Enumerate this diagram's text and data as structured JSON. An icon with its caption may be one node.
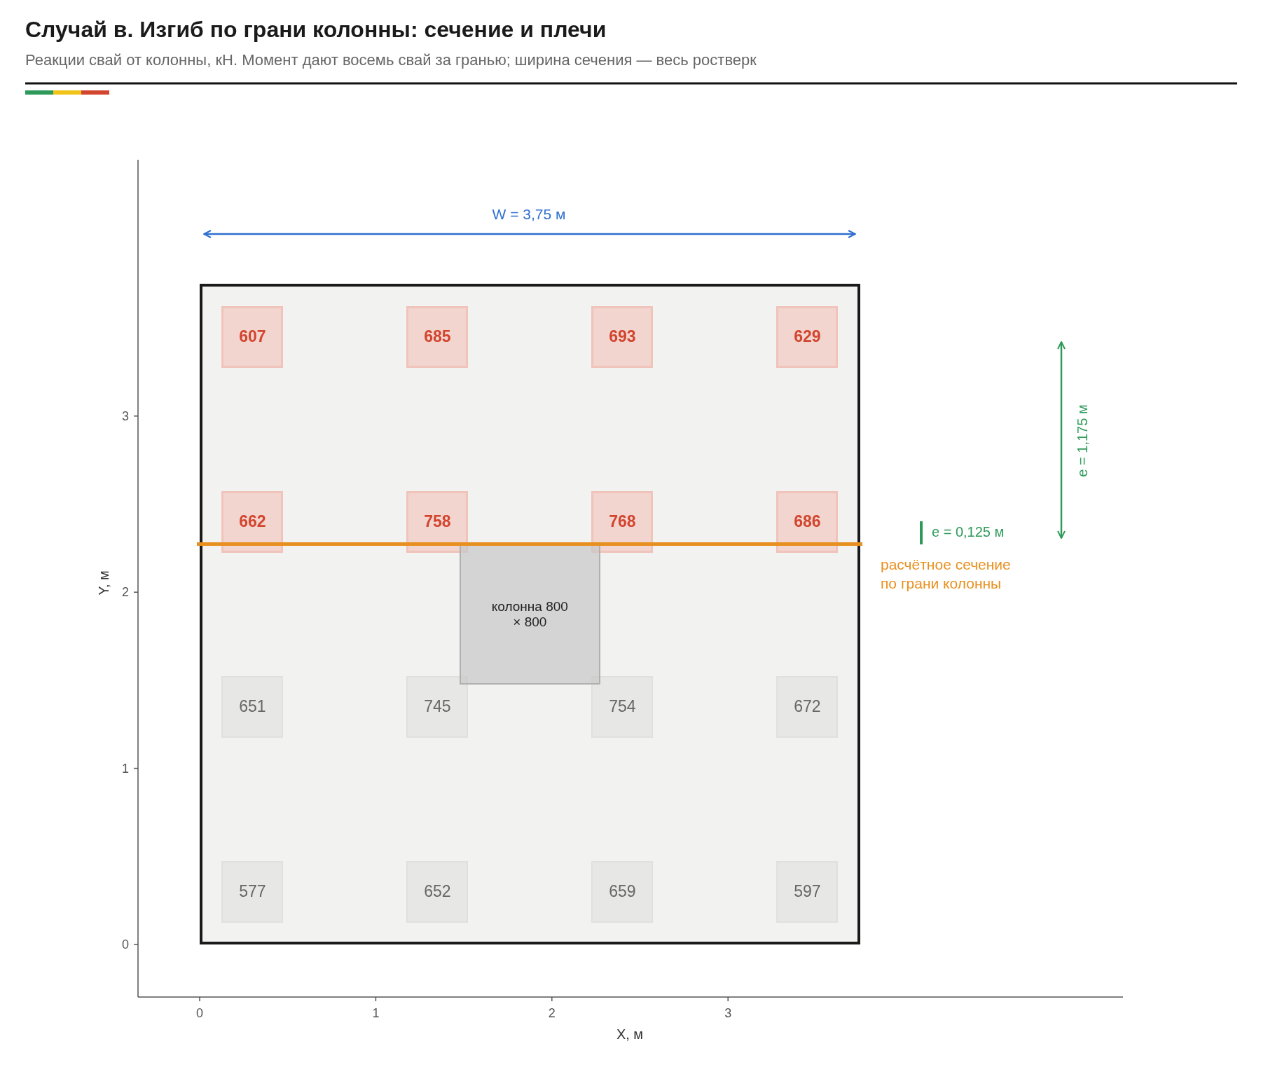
{
  "diagram": {
    "title": "Случай в. Изгиб по грани колонны: сечение и плечи",
    "caption": "Реакции свай от колонны, кН. Момент дают восемь свай за гранью; ширина сечения — весь ростверк",
    "nodes": [
      {
        "text": [],
        "shape": "box"
      },
      {
        "text": [
          "607"
        ],
        "in": 0
      },
      {
        "text": [
          "685"
        ],
        "in": 0
      },
      {
        "text": [
          "693"
        ],
        "in": 0
      },
      {
        "text": [
          "629"
        ],
        "in": 0
      },
      {
        "text": [
          "662"
        ],
        "in": 0
      },
      {
        "text": [
          "758"
        ],
        "in": 0
      },
      {
        "text": [
          "768"
        ],
        "in": 0
      },
      {
        "text": [
          "686"
        ],
        "in": 0
      },
      {
        "text": [
          "651"
        ],
        "in": 0
      },
      {
        "text": [
          "745"
        ],
        "in": 0
      },
      {
        "text": [
          "754"
        ],
        "in": 0
      },
      {
        "text": [
          "672"
        ],
        "in": 0
      },
      {
        "text": [
          "577"
        ],
        "in": 0
      },
      {
        "text": [
          "652"
        ],
        "in": 0
      },
      {
        "text": [
          "659"
        ],
        "in": 0
      },
      {
        "text": [
          "597"
        ],
        "in": 0
      },
      {
        "text": [
          "колонна 800 × 800"
        ],
        "in": 0
      }
    ],
    "labels": [
      "W = 3,75 м",
      "e = 1,175 м",
      "e = 0,125 м",
      "расчётное сечение по грани колонны",
      "3",
      "2",
      "1",
      "0",
      "Y, м",
      "0",
      "1",
      "2",
      "3",
      "X, м"
    ]
  }
}
